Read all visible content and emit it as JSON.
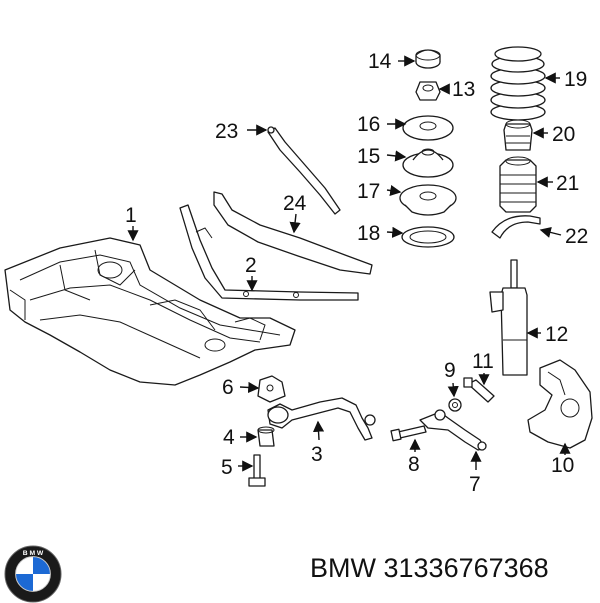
{
  "callouts": {
    "c1": "1",
    "c2": "2",
    "c3": "3",
    "c4": "4",
    "c5": "5",
    "c6": "6",
    "c7": "7",
    "c8": "8",
    "c9": "9",
    "c10": "10",
    "c11": "11",
    "c12": "12",
    "c13": "13",
    "c14": "14",
    "c15": "15",
    "c16": "16",
    "c17": "17",
    "c18": "18",
    "c19": "19",
    "c20": "20",
    "c21": "21",
    "c22": "22",
    "c23": "23",
    "c24": "24"
  },
  "footer": {
    "brand": "BMW",
    "part_number": "31336767368"
  },
  "logo": {
    "icon": "bmw-roundel-icon",
    "colors": {
      "ring": "#1a1a1a",
      "blue": "#1c69d4",
      "white": "#ffffff"
    }
  }
}
